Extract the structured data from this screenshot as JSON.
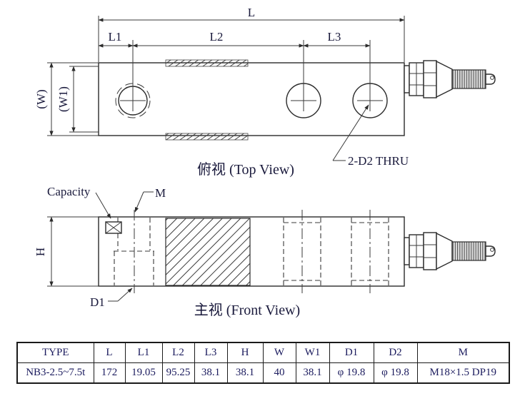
{
  "labels": {
    "L": "L",
    "L1": "L1",
    "L2": "L2",
    "L3": "L3",
    "W": "(W)",
    "W1": "(W1)",
    "top_caption": "俯视 (Top View)",
    "hole_note": "2-D2  THRU",
    "capacity": "Capacity",
    "M": "M",
    "H": "H",
    "D1": "D1",
    "front_caption": "主视 (Front View)"
  },
  "table": {
    "headers": [
      "TYPE",
      "L",
      "L1",
      "L2",
      "L3",
      "H",
      "W",
      "W1",
      "D1",
      "D2",
      "M"
    ],
    "rows": [
      [
        "NB3-2.5~7.5t",
        "172",
        "19.05",
        "95.25",
        "38.1",
        "38.1",
        "40",
        "38.1",
        "φ 19.8",
        "φ 19.8",
        "M18×1.5 DP19"
      ]
    ]
  },
  "colors": {
    "background": "#ffffff",
    "drawing_line": "#2b2b2b",
    "table_text": "#1b1b5e",
    "table_border": "#1a1a1a"
  }
}
